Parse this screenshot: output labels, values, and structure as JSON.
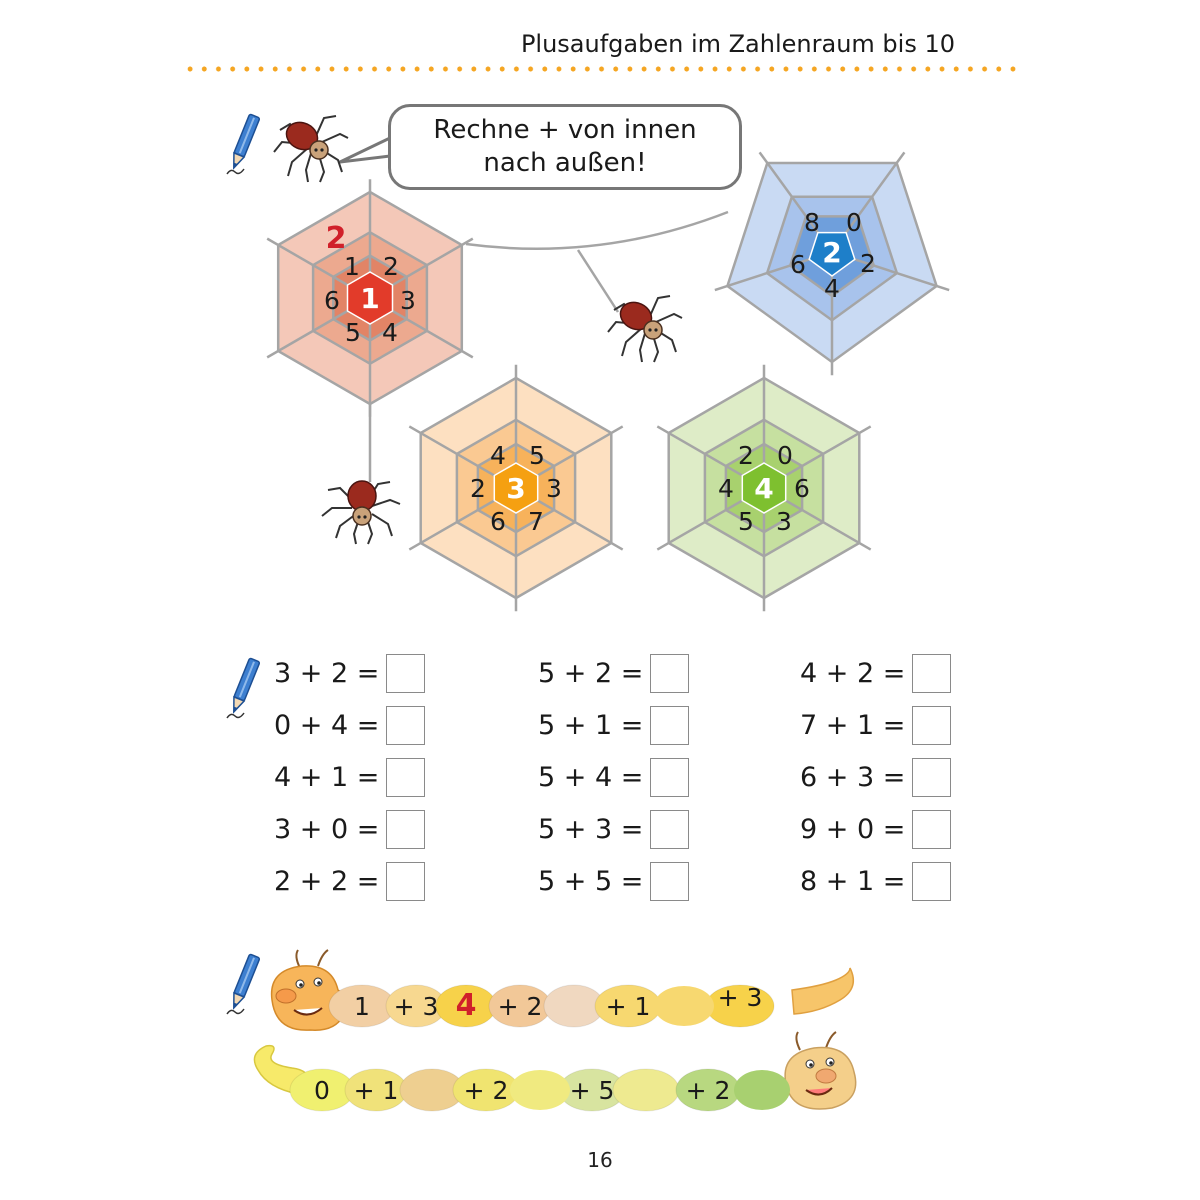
{
  "header": {
    "title": "Plusaufgaben im Zahlenraum bis 10"
  },
  "instruction": {
    "line1": "Rechne + von innen",
    "line2": "nach außen!"
  },
  "webs": [
    {
      "center": "1",
      "inner": [
        "1",
        "2",
        "3",
        "4",
        "5",
        "6"
      ],
      "outer_example": "2",
      "center_color": "#e23b2a",
      "light": "#f4c8b8",
      "mid": "#eca98f",
      "dark": "#e28466"
    },
    {
      "center": "2",
      "inner": [
        "8",
        "0",
        "2",
        "4",
        "6"
      ],
      "center_color": "#1e7fc9",
      "light": "#c9daf3",
      "mid": "#a8c3ec",
      "dark": "#6f9fdc"
    },
    {
      "center": "3",
      "inner": [
        "4",
        "5",
        "3",
        "7",
        "6",
        "2"
      ],
      "center_color": "#f5a011",
      "light": "#fde0c1",
      "mid": "#fac992",
      "dark": "#f7b25b"
    },
    {
      "center": "4",
      "inner": [
        "2",
        "0",
        "6",
        "3",
        "5",
        "4"
      ],
      "center_color": "#7ec02f",
      "light": "#deecc7",
      "mid": "#c6e0a0",
      "dark": "#a8d16e"
    }
  ],
  "equations": [
    [
      "3 + 2 =",
      "0 + 4 =",
      "4 + 1 =",
      "3 + 0 =",
      "2 + 2 ="
    ],
    [
      "5 + 2 =",
      "5 + 1 =",
      "5 + 4 =",
      "5 + 3 =",
      "5 + 5 ="
    ],
    [
      "4 + 2 =",
      "7 + 1 =",
      "6 + 3 =",
      "9 + 0 =",
      "8 + 1 ="
    ]
  ],
  "worms": [
    {
      "labels": [
        "1",
        "+ 3",
        "4",
        "+ 2",
        "",
        "+ 1",
        "+ 3"
      ]
    },
    {
      "labels": [
        "0",
        "+ 1",
        "",
        "+ 2",
        "+ 5",
        "",
        "+ 2"
      ]
    }
  ],
  "page_number": "16",
  "colors": {
    "accent_dots": "#f5a623",
    "example_red": "#d0202a",
    "web_line": "#a5a5a5"
  }
}
